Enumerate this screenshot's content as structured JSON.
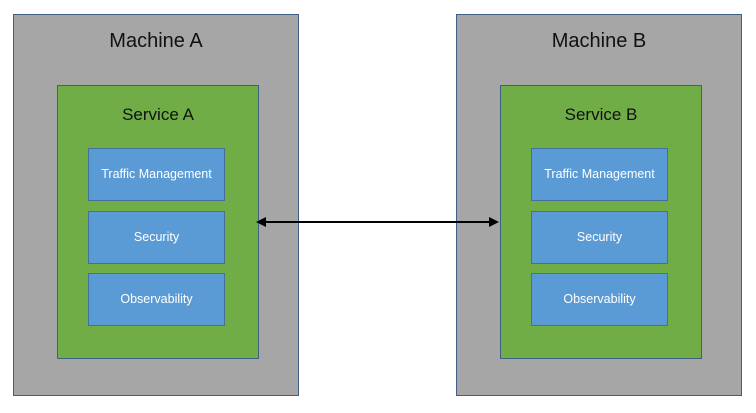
{
  "machines": [
    {
      "title": "Machine A",
      "service": {
        "title": "Service A",
        "capabilities": [
          "Traffic Management",
          "Security",
          "Observability"
        ]
      }
    },
    {
      "title": "Machine B",
      "service": {
        "title": "Service B",
        "capabilities": [
          "Traffic Management",
          "Security",
          "Observability"
        ]
      }
    }
  ],
  "colors": {
    "machine_fill": "#a6a6a6",
    "service_fill": "#70ad47",
    "capability_fill": "#5b9bd5",
    "connector": "#000000"
  }
}
